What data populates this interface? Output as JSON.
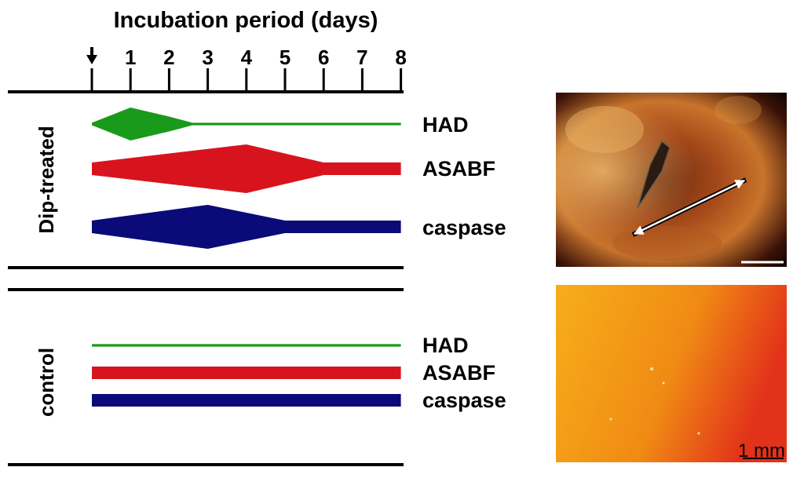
{
  "title": "Incubation period (days)",
  "days": [
    "1",
    "2",
    "3",
    "4",
    "5",
    "6",
    "7",
    "8"
  ],
  "start_marker": "arrow-down",
  "groups": [
    {
      "label": "Dip-treated",
      "rows": [
        {
          "label": "HAD",
          "color": "#1a9a1a",
          "profile": [
            [
              0,
              0.1
            ],
            [
              1,
              1
            ],
            [
              2,
              0.45
            ],
            [
              2.6,
              0.1
            ],
            [
              8,
              0.1
            ]
          ]
        },
        {
          "label": "ASABF",
          "color": "#d7141e",
          "profile": [
            [
              0,
              0.45
            ],
            [
              4,
              1
            ],
            [
              6,
              0.45
            ],
            [
              8,
              0.45
            ]
          ]
        },
        {
          "label": "caspase",
          "color": "#0a0a78",
          "profile": [
            [
              0,
              0.15
            ],
            [
              3,
              1
            ],
            [
              5,
              0.45
            ],
            [
              8,
              0.45
            ]
          ]
        }
      ]
    },
    {
      "label": "control",
      "rows": [
        {
          "label": "HAD",
          "color": "#1a9a1a",
          "profile": [
            [
              0,
              0.1
            ],
            [
              8,
              0.1
            ]
          ]
        },
        {
          "label": "ASABF",
          "color": "#d7141e",
          "profile": [
            [
              0,
              0.45
            ],
            [
              8,
              0.45
            ]
          ]
        },
        {
          "label": "caspase",
          "color": "#0a0a78",
          "profile": [
            [
              0,
              0.45
            ],
            [
              8,
              0.45
            ]
          ]
        }
      ]
    }
  ],
  "photos": {
    "scale_bar": "1 mm"
  }
}
